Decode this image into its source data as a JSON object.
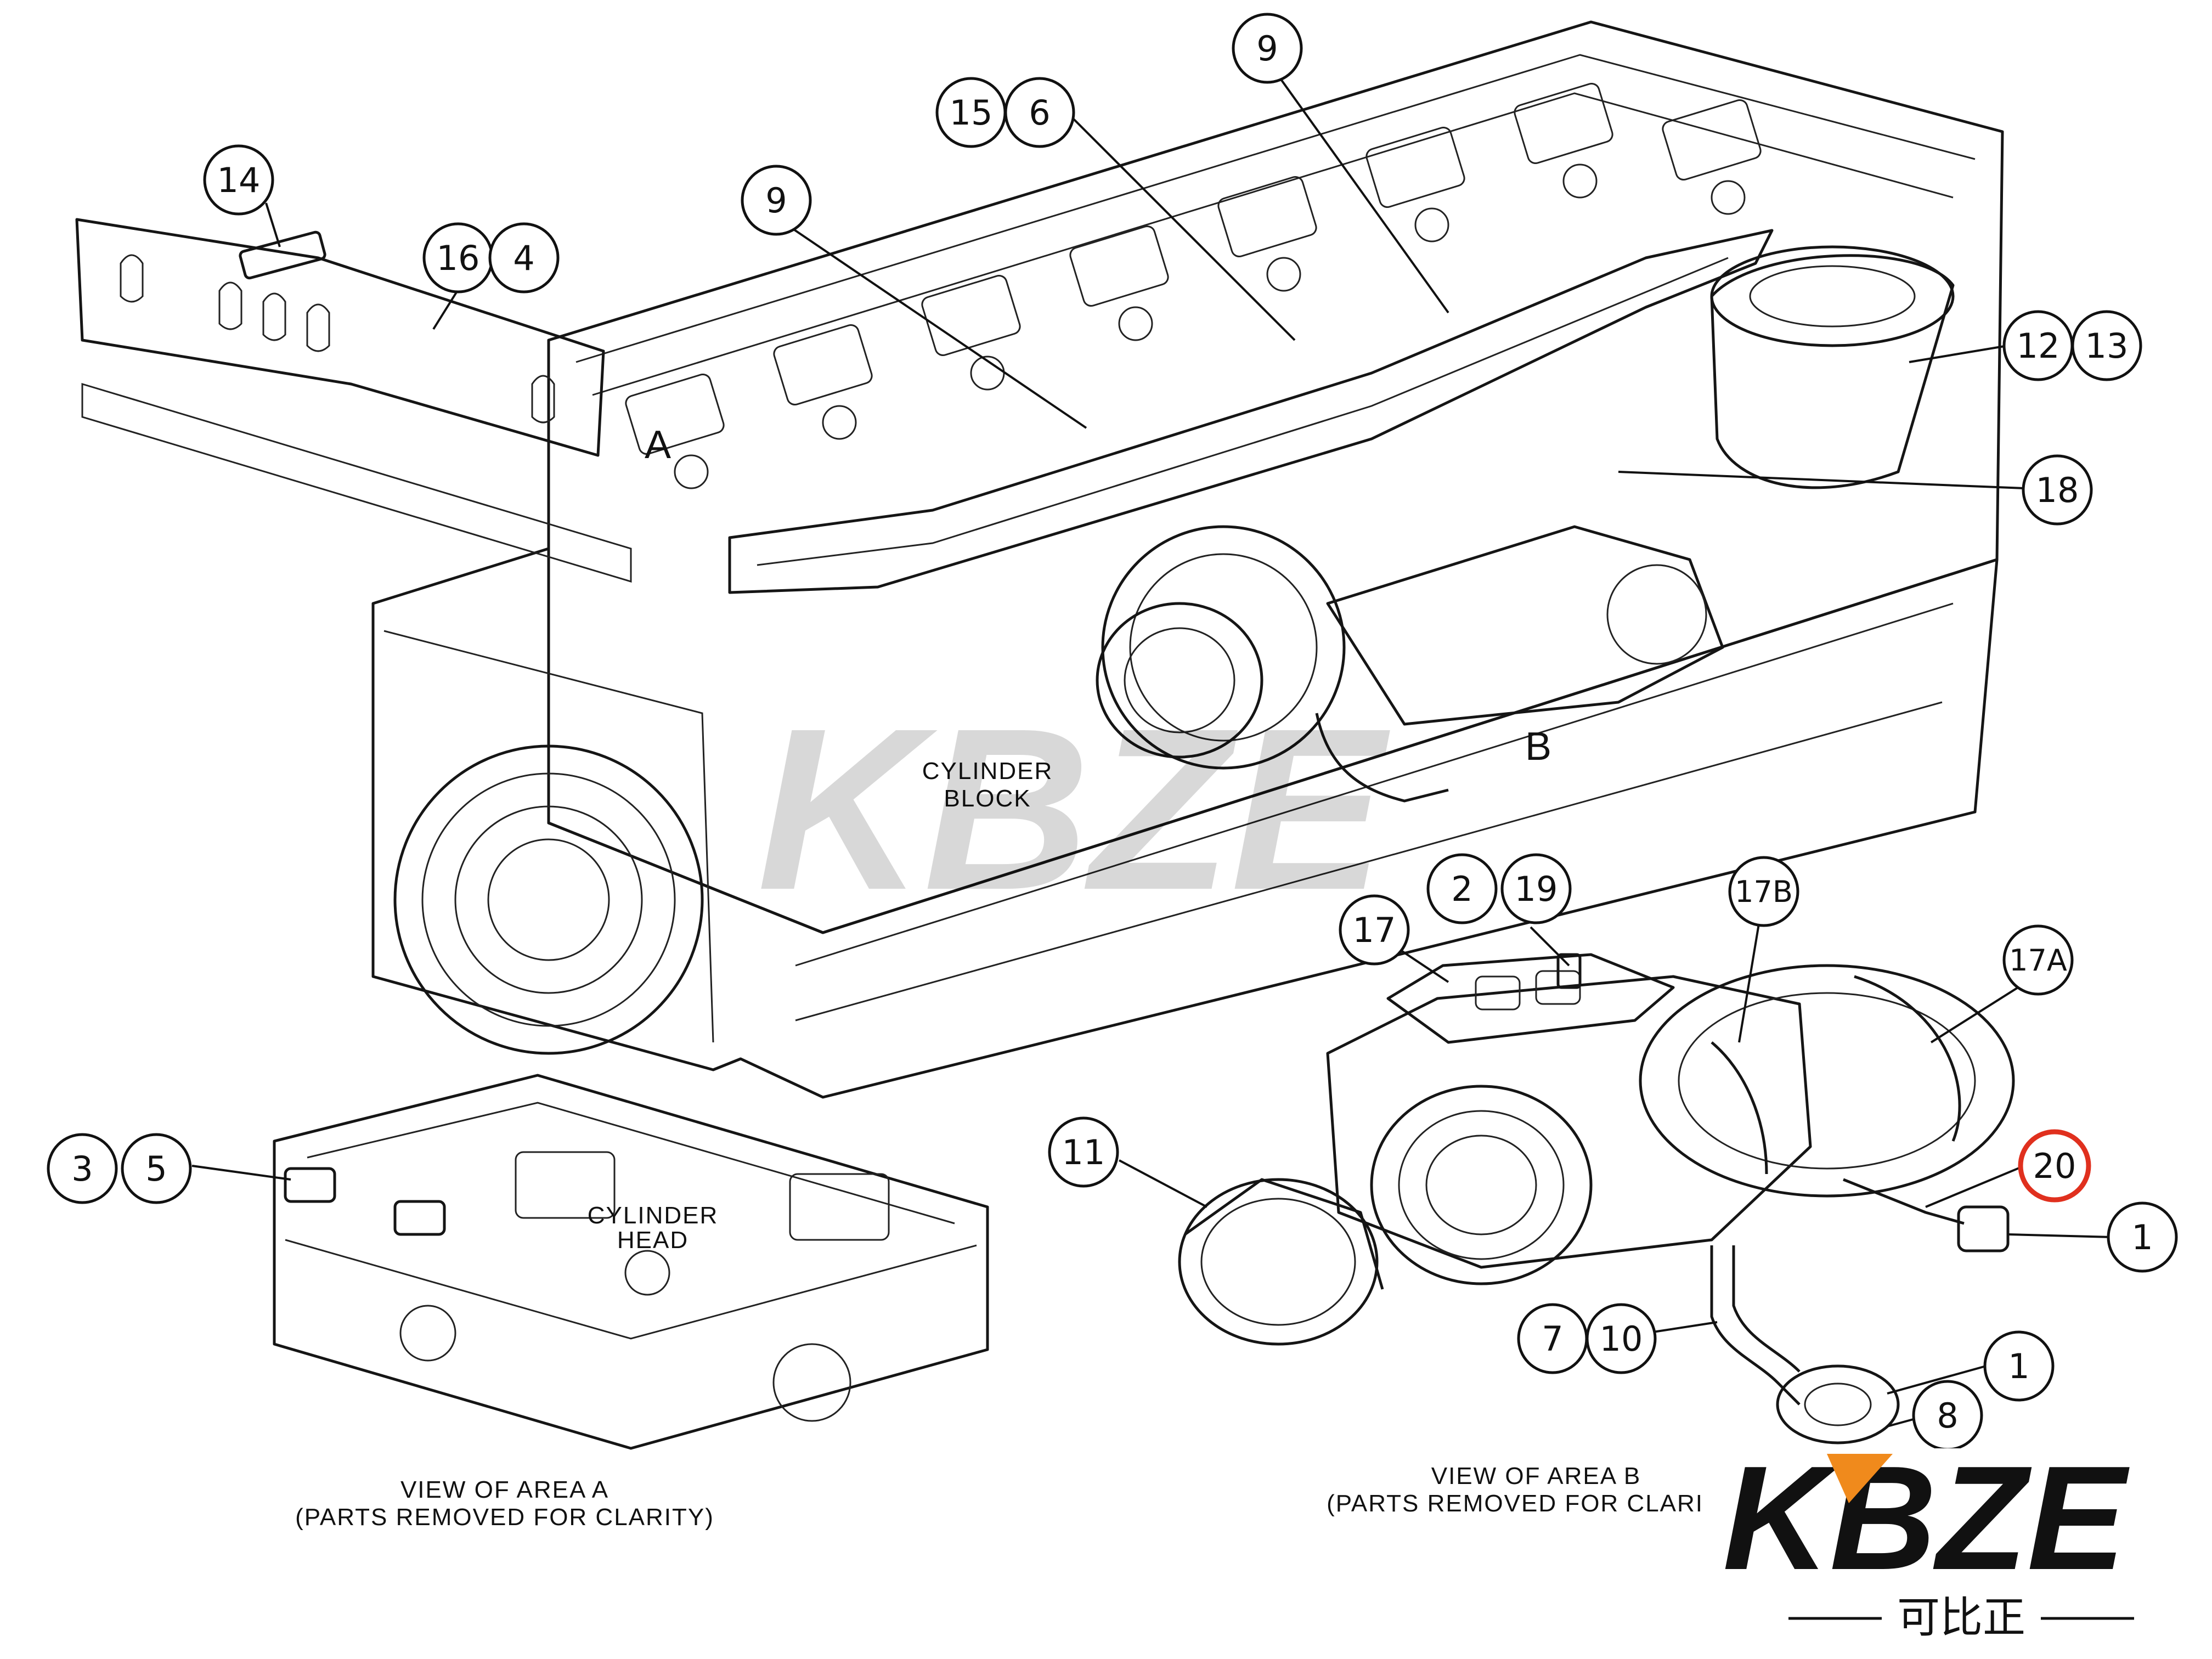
{
  "labels": {
    "area_a": "A",
    "area_b": "B",
    "cylinder_block_1": "CYLINDER",
    "cylinder_block_2": "BLOCK",
    "cylinder_head_1": "CYLINDER",
    "cylinder_head_2": "HEAD",
    "view_a_1": "VIEW OF AREA  A",
    "view_a_2": "(PARTS REMOVED FOR CLARITY)",
    "view_b_1": "VIEW OF AREA  B",
    "view_b_2": "(PARTS REMOVED FOR CLARITY)"
  },
  "callouts": {
    "c14": "14",
    "c16": "16",
    "c4": "4",
    "c9a": "9",
    "c15": "15",
    "c6": "6",
    "c9b": "9",
    "c12": "12",
    "c13": "13",
    "c18": "18",
    "c2": "2",
    "c19": "19",
    "c17b": "17B",
    "c17": "17",
    "c17a": "17A",
    "c20": "20",
    "c1a": "1",
    "c11": "11",
    "c3": "3",
    "c5": "5",
    "c7": "7",
    "c10": "10",
    "c1b": "1",
    "c8": "8"
  },
  "highlight_color": "#e0301e",
  "watermark": {
    "brand": "KBZE",
    "subtitle": "可比正",
    "color": "#111111",
    "accent": "#f08a1c"
  }
}
